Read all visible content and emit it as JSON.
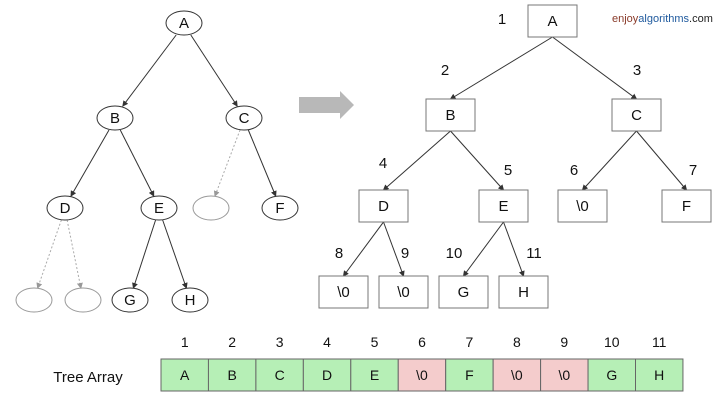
{
  "brand": {
    "part1": "enjoy",
    "part2": "algorithms",
    "part3": ".com"
  },
  "colors": {
    "filled": "#b6efb6",
    "empty": "#f4cccc",
    "border": "#555555",
    "arrow": "#b8b8b8"
  },
  "left_tree": {
    "nodes": [
      {
        "id": "A",
        "label": "A",
        "empty": false
      },
      {
        "id": "B",
        "label": "B",
        "empty": false
      },
      {
        "id": "C",
        "label": "C",
        "empty": false
      },
      {
        "id": "D",
        "label": "D",
        "empty": false
      },
      {
        "id": "E",
        "label": "E",
        "empty": false
      },
      {
        "id": "C-left",
        "label": "",
        "empty": true
      },
      {
        "id": "F",
        "label": "F",
        "empty": false
      },
      {
        "id": "D-left",
        "label": "",
        "empty": true
      },
      {
        "id": "D-right",
        "label": "",
        "empty": true
      },
      {
        "id": "G",
        "label": "G",
        "empty": false
      },
      {
        "id": "H",
        "label": "H",
        "empty": false
      }
    ],
    "edges": [
      [
        "A",
        "B",
        false
      ],
      [
        "A",
        "C",
        false
      ],
      [
        "B",
        "D",
        false
      ],
      [
        "B",
        "E",
        false
      ],
      [
        "C",
        "C-left",
        true
      ],
      [
        "C",
        "F",
        false
      ],
      [
        "D",
        "D-left",
        true
      ],
      [
        "D",
        "D-right",
        true
      ],
      [
        "E",
        "G",
        false
      ],
      [
        "E",
        "H",
        false
      ]
    ]
  },
  "right_tree": {
    "nodes": [
      {
        "index": "1",
        "label": "A"
      },
      {
        "index": "2",
        "label": "B"
      },
      {
        "index": "3",
        "label": "C"
      },
      {
        "index": "4",
        "label": "D"
      },
      {
        "index": "5",
        "label": "E"
      },
      {
        "index": "6",
        "label": "\\0"
      },
      {
        "index": "7",
        "label": "F"
      },
      {
        "index": "8",
        "label": "\\0"
      },
      {
        "index": "9",
        "label": "\\0"
      },
      {
        "index": "10",
        "label": "G"
      },
      {
        "index": "11",
        "label": "H"
      }
    ]
  },
  "tree_array": {
    "title": "Tree Array",
    "cells": [
      {
        "index": "1",
        "value": "A",
        "empty": false
      },
      {
        "index": "2",
        "value": "B",
        "empty": false
      },
      {
        "index": "3",
        "value": "C",
        "empty": false
      },
      {
        "index": "4",
        "value": "D",
        "empty": false
      },
      {
        "index": "5",
        "value": "E",
        "empty": false
      },
      {
        "index": "6",
        "value": "\\0",
        "empty": true
      },
      {
        "index": "7",
        "value": "F",
        "empty": false
      },
      {
        "index": "8",
        "value": "\\0",
        "empty": true
      },
      {
        "index": "9",
        "value": "\\0",
        "empty": true
      },
      {
        "index": "10",
        "value": "G",
        "empty": false
      },
      {
        "index": "11",
        "value": "H",
        "empty": false
      }
    ]
  }
}
